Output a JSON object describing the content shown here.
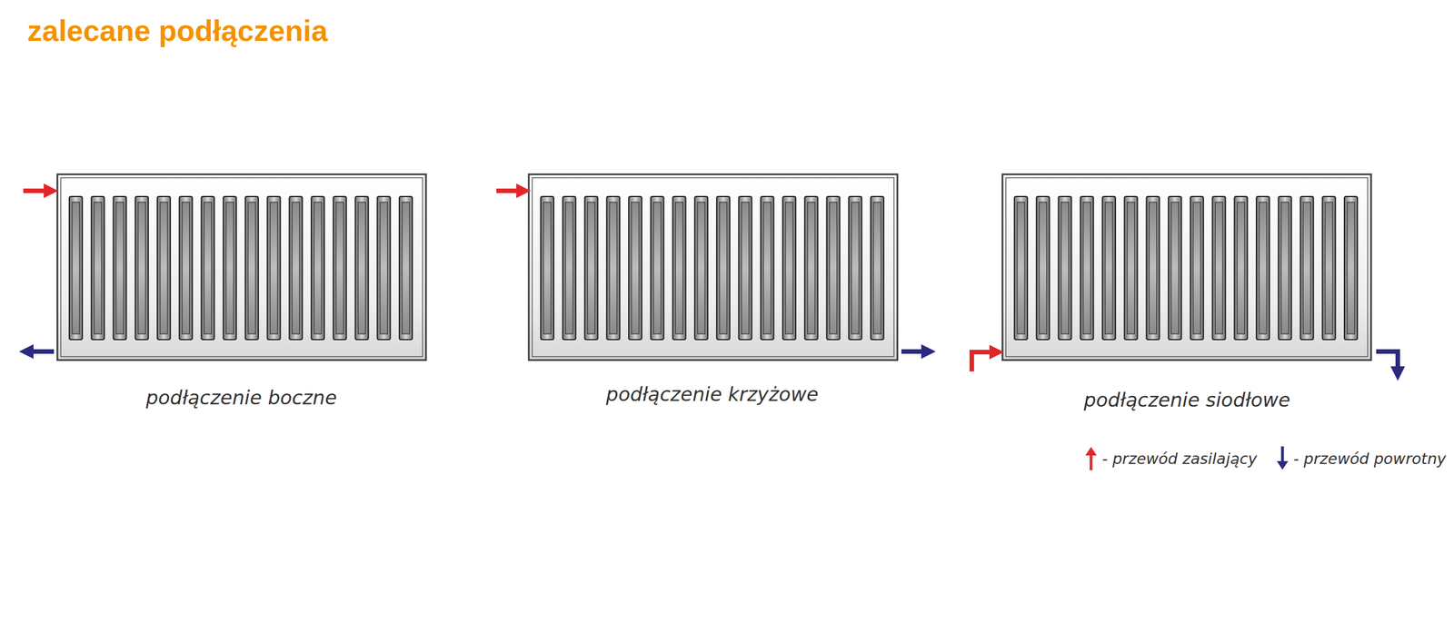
{
  "diagram": {
    "title": "zalecane podłączenia",
    "labels": [
      "podłączenie boczne",
      "podłączenie krzyżowe",
      "podłączenie siodłowe"
    ],
    "legend": [
      {
        "text": "- przewód zasilający"
      },
      {
        "text": "- przewód powrotny"
      }
    ]
  }
}
